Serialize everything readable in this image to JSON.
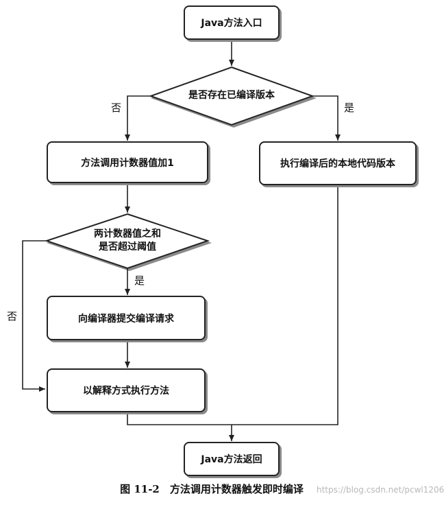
{
  "nodes": {
    "start": "Java方法入口",
    "check_compiled": "是否存在已编译版本",
    "increment_counter": "方法调用计数器值加1",
    "run_native": "执行编译后的本地代码版本",
    "threshold_line1": "两计数器值之和",
    "threshold_line2": "是否超过阈值",
    "submit_request": "向编译器提交编译请求",
    "interpret": "以解释方式执行方法",
    "end": "Java方法返回"
  },
  "edge_labels": {
    "compiled_no": "否",
    "compiled_yes": "是",
    "threshold_yes": "是",
    "threshold_no": "否"
  },
  "caption": "图 11-2　方法调用计数器触发即时编译",
  "watermark": "https://blog.csdn.net/pcwl1206"
}
